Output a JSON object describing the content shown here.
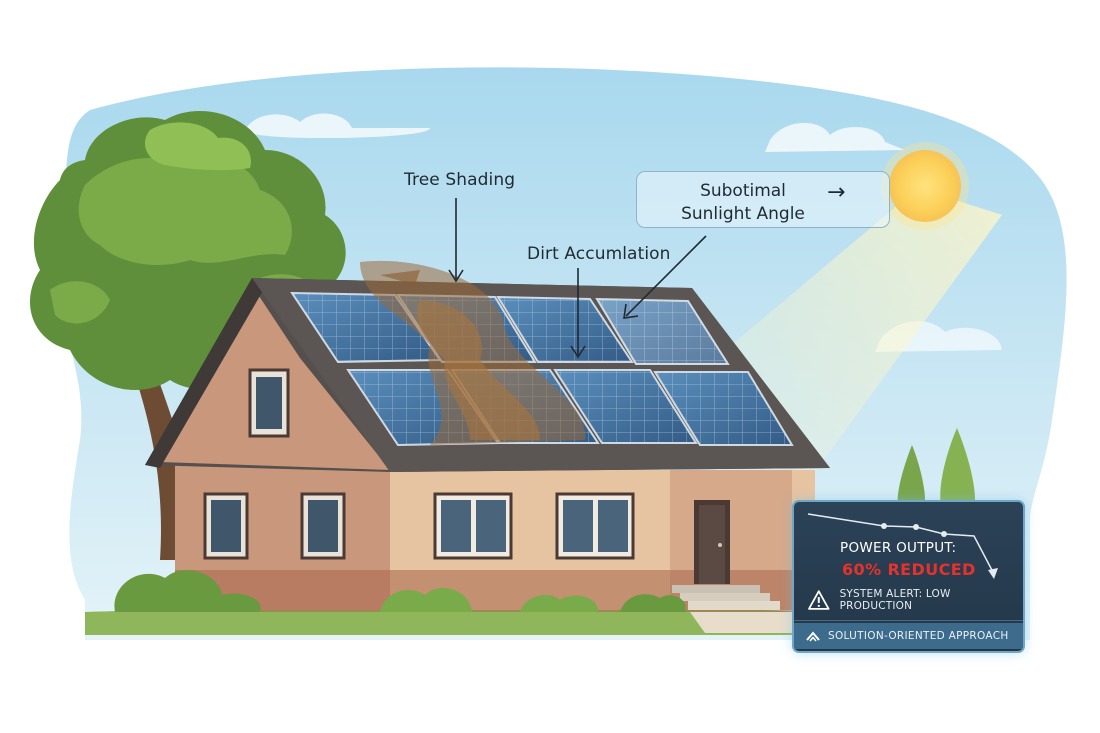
{
  "labels": {
    "tree_shading": "Tree Shading",
    "dirt_accumulation": "Dirt Accumlation",
    "sunlight_angle": "Subotimal Sunlight Angle",
    "angle_arrow": "→"
  },
  "panel": {
    "power_label": "POWER OUTPUT:",
    "power_value": "60% REDUCED",
    "alert_text": "SYSTEM ALERT: LOW PRODUCTION",
    "solution_text": "SOLUTION-ORIENTED APPROACH"
  },
  "colors": {
    "sky": "#bfe2f1",
    "wall": "#c9977c",
    "roof": "#4d4745",
    "panel_blue": "#4f7fa8",
    "dirt": "#9b6a3b",
    "sun": "#f8c23f",
    "alert_red": "#e5322d",
    "panel_bg": "#2c4257"
  },
  "icons": [
    "warning-icon",
    "up-chevron-icon",
    "sun-icon",
    "tree-icon"
  ]
}
